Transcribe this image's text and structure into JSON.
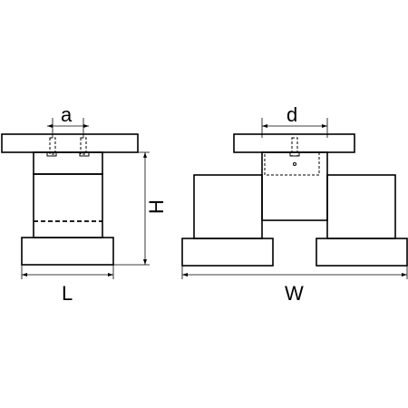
{
  "labels": {
    "a": "a",
    "d": "d",
    "h": "H",
    "l": "L",
    "w": "W"
  }
}
